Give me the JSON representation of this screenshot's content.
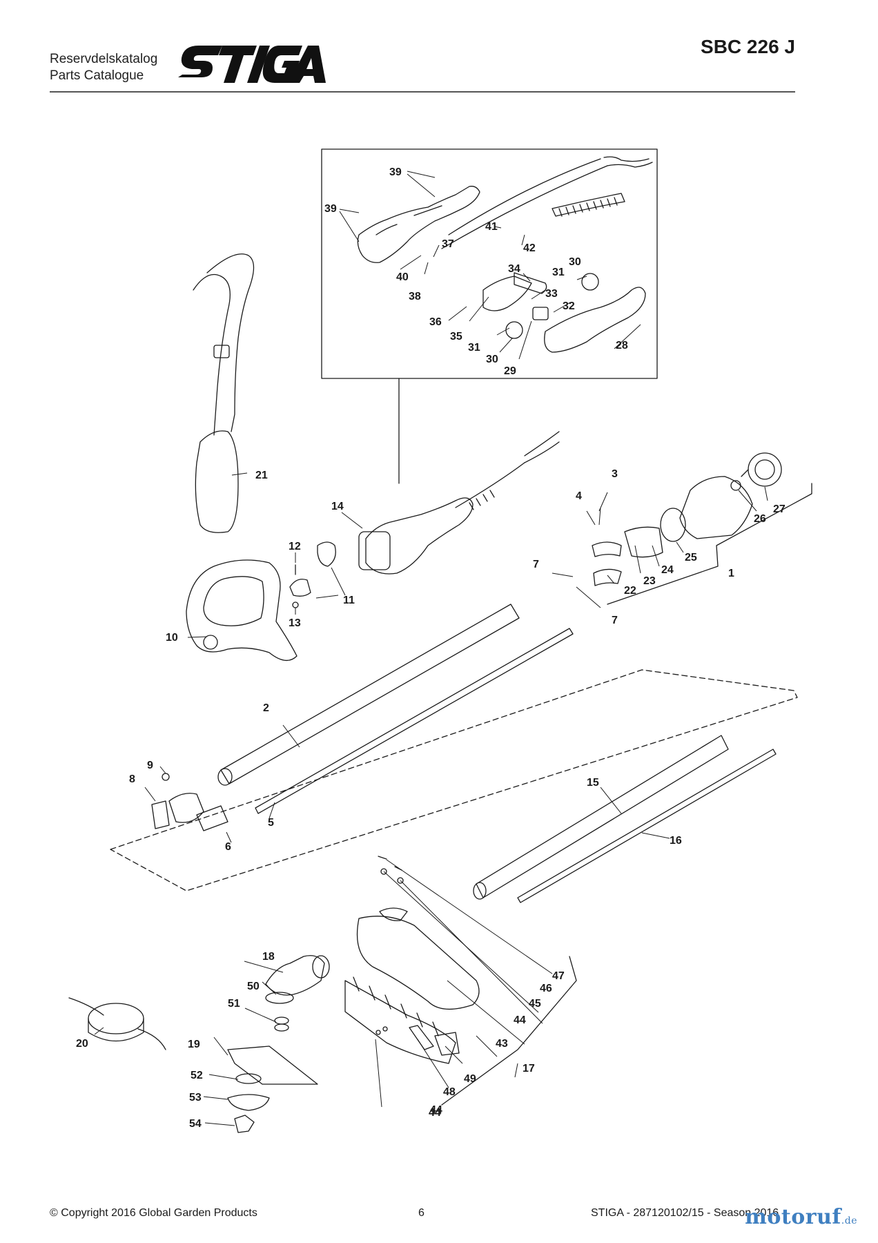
{
  "header": {
    "catalog_line1": "Reservdelskatalog",
    "catalog_line2": "Parts Catalogue",
    "brand": "STIGA",
    "model": "SBC 226 J"
  },
  "diagram": {
    "callouts": [
      "1",
      "2",
      "3",
      "4",
      "5",
      "6",
      "7",
      "7",
      "8",
      "9",
      "10",
      "11",
      "12",
      "13",
      "14",
      "15",
      "16",
      "17",
      "18",
      "19",
      "20",
      "21",
      "22",
      "23",
      "24",
      "25",
      "26",
      "27",
      "28",
      "29",
      "30",
      "30",
      "31",
      "31",
      "32",
      "33",
      "34",
      "35",
      "36",
      "37",
      "38",
      "39",
      "39",
      "40",
      "41",
      "42",
      "43",
      "44",
      "44",
      "44",
      "45",
      "46",
      "47",
      "48",
      "49",
      "50",
      "51",
      "52",
      "53",
      "54"
    ]
  },
  "footer": {
    "copyright": "© Copyright 2016 Global Garden Products",
    "page": "6",
    "doc_ref": "STIGA - 287120102/15 - Season 2016"
  },
  "watermark": {
    "text": "motoruf",
    "suffix": ".de"
  },
  "colors": {
    "ink": "#1a1a1a",
    "watermark": "#3f7fc0"
  }
}
